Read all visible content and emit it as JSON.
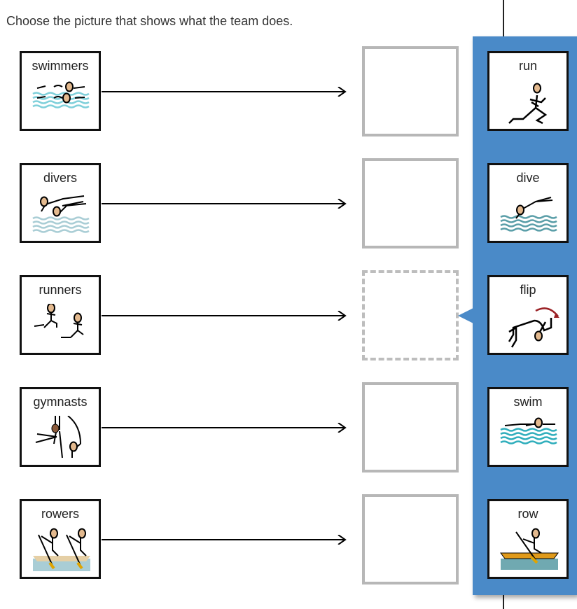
{
  "instruction": "Choose the picture that shows what the team does.",
  "teams": [
    {
      "label": "swimmers",
      "icon": "swimmers-icon"
    },
    {
      "label": "divers",
      "icon": "divers-icon"
    },
    {
      "label": "runners",
      "icon": "runners-icon"
    },
    {
      "label": "gymnasts",
      "icon": "gymnasts-icon"
    },
    {
      "label": "rowers",
      "icon": "rowers-icon"
    }
  ],
  "choices": [
    {
      "label": "run",
      "icon": "run-icon"
    },
    {
      "label": "dive",
      "icon": "dive-icon"
    },
    {
      "label": "flip",
      "icon": "flip-icon"
    },
    {
      "label": "swim",
      "icon": "swim-icon"
    },
    {
      "label": "row",
      "icon": "row-icon"
    }
  ],
  "colors": {
    "panel": "#4a8ac8",
    "skin": "#e3b98e",
    "water": "#5bbfcb",
    "flip_arrow": "#9b2226"
  }
}
